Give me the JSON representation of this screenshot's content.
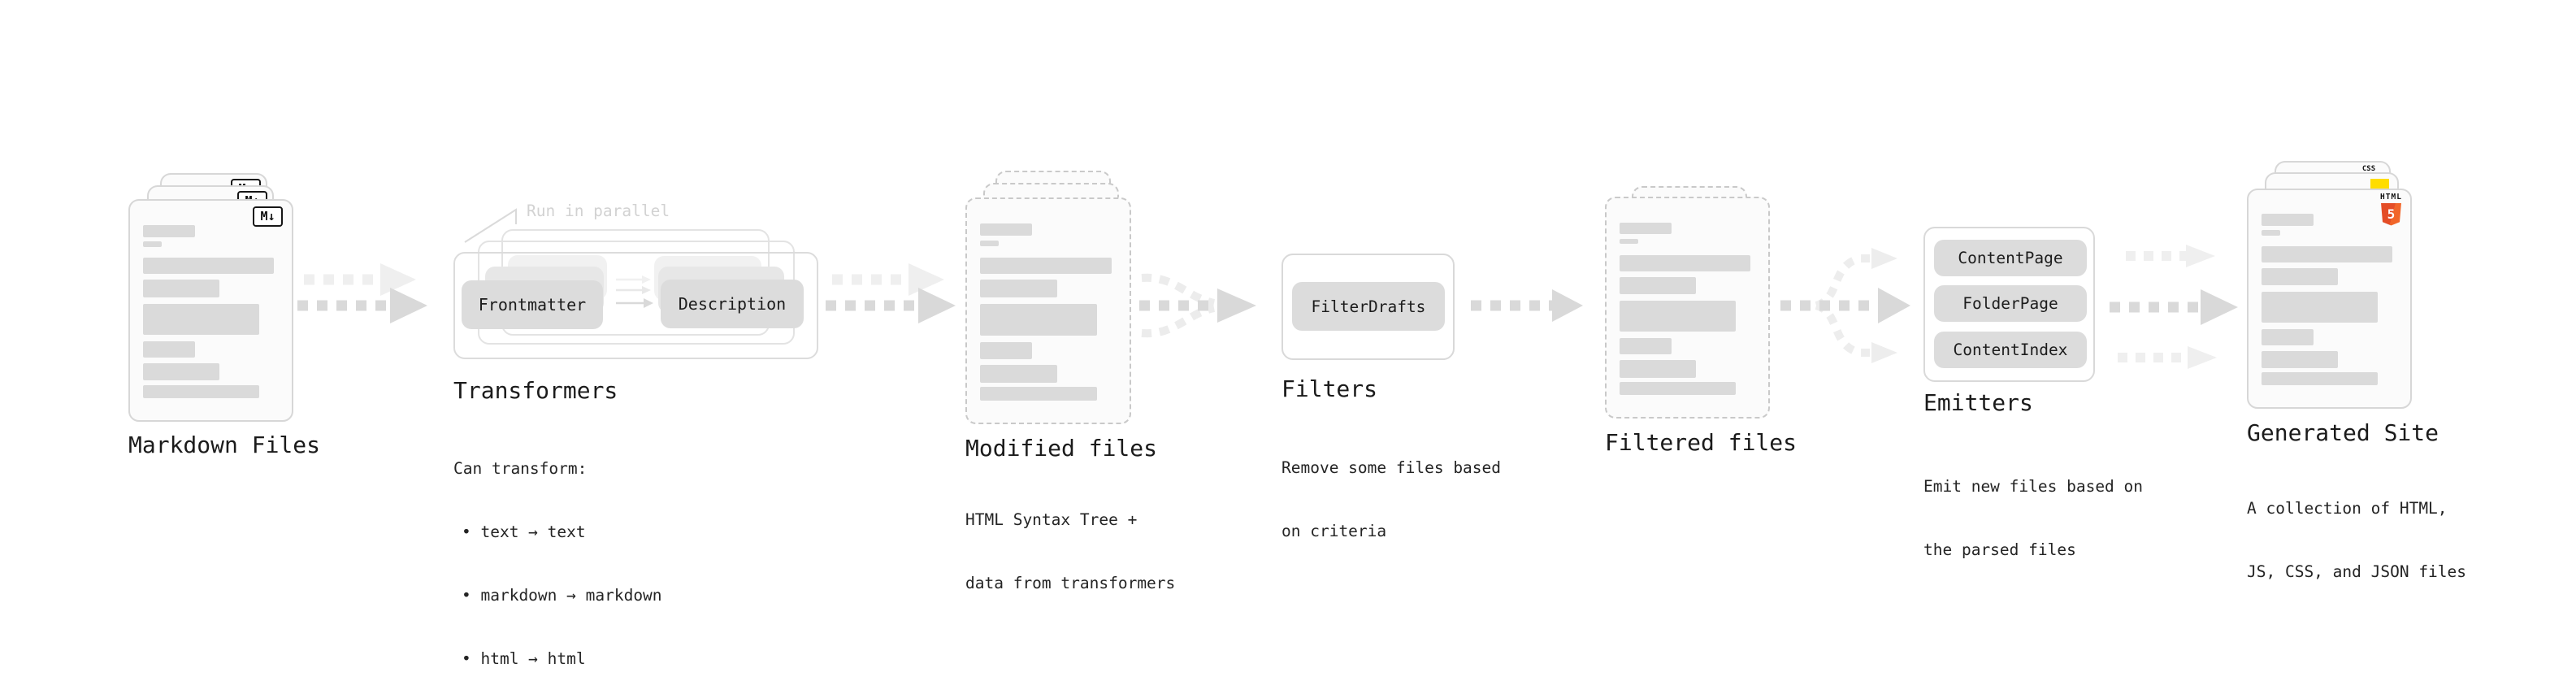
{
  "stages": {
    "markdown": {
      "title": "Markdown Files"
    },
    "transformers": {
      "title": "Transformers",
      "annotation": "Run in parallel",
      "box1": "Frontmatter",
      "box2": "Description",
      "desc_heading": "Can transform:",
      "bullet1": "• text → text",
      "bullet2": "• markdown → markdown",
      "bullet3": "• html → html"
    },
    "modified": {
      "title": "Modified files",
      "desc1": "HTML Syntax Tree +",
      "desc2": "data from transformers"
    },
    "filters": {
      "title": "Filters",
      "box1": "FilterDrafts",
      "desc1": "Remove some files based",
      "desc2": "on criteria"
    },
    "filtered": {
      "title": "Filtered files"
    },
    "emitters": {
      "title": "Emitters",
      "box1": "ContentPage",
      "box2": "FolderPage",
      "box3": "ContentIndex",
      "desc1": "Emit new files based on",
      "desc2": "the parsed files"
    },
    "generated": {
      "title": "Generated Site",
      "desc1": "A collection of HTML,",
      "desc2": "JS, CSS, and JSON files"
    }
  },
  "icons": {
    "markdown_glyph": "M↓",
    "html5_word": "HTML",
    "html5_glyph": "5",
    "css_word": "CSS"
  },
  "colors": {
    "background": "#ffffff",
    "page_fill": "#fbfbfb",
    "page_border": "#d7d7d7",
    "dashed_border": "#c9c9c9",
    "bar_fill": "#dadada",
    "box_fill": "#dcdcdc",
    "arrow_dark": "#d9d9d9",
    "arrow_light": "#efefef",
    "text_primary": "#1b1b1b",
    "annotation_gray": "#d2d2d2",
    "html5_orange": "#e44d26",
    "html5_orange_light": "#f16529",
    "js_yellow": "#ffdd00",
    "css_blue": "#2965f1"
  }
}
